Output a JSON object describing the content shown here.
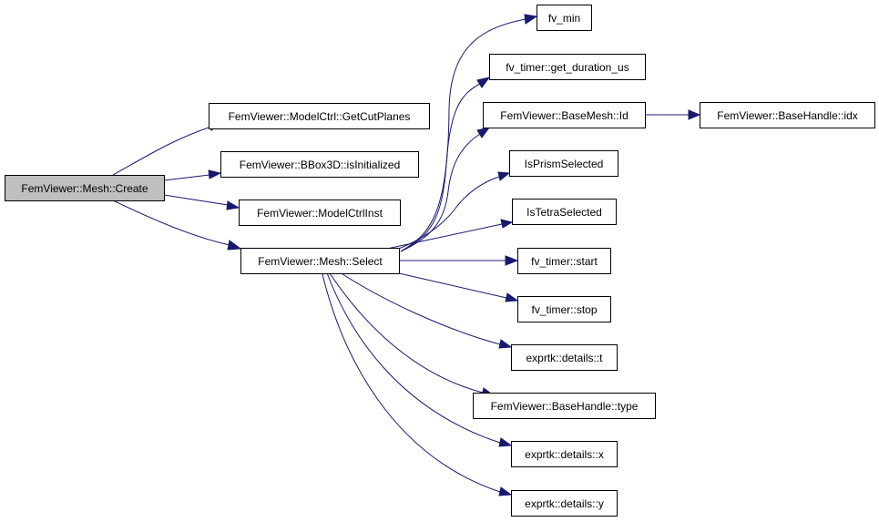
{
  "colors": {
    "root_fill": "#bfbfbf",
    "node_fill": "#ffffff",
    "node_border": "#000000",
    "edge": "#191970"
  },
  "nodes": {
    "create": "FemViewer::Mesh::Create",
    "getcutplanes": "FemViewer::ModelCtrl::GetCutPlanes",
    "isinitialized": "FemViewer::BBox3D::isInitialized",
    "modelctrlinst": "FemViewer::ModelCtrlInst",
    "select": "FemViewer::Mesh::Select",
    "fv_min": "fv_min",
    "get_duration_us": "fv_timer::get_duration_us",
    "basemesh_id": "FemViewer::BaseMesh::Id",
    "basehandle_idx": "FemViewer::BaseHandle::idx",
    "isprismselected": "IsPrismSelected",
    "istetraselected": "IsTetraSelected",
    "fv_timer_start": "fv_timer::start",
    "fv_timer_stop": "fv_timer::stop",
    "exprtk_t": "exprtk::details::t",
    "basehandle_type": "FemViewer::BaseHandle::type",
    "exprtk_x": "exprtk::details::x",
    "exprtk_y": "exprtk::details::y"
  },
  "edges": [
    [
      "create",
      "getcutplanes"
    ],
    [
      "create",
      "isinitialized"
    ],
    [
      "create",
      "modelctrlinst"
    ],
    [
      "create",
      "select"
    ],
    [
      "select",
      "fv_min"
    ],
    [
      "select",
      "get_duration_us"
    ],
    [
      "select",
      "basemesh_id"
    ],
    [
      "select",
      "isprismselected"
    ],
    [
      "select",
      "istetraselected"
    ],
    [
      "select",
      "fv_timer_start"
    ],
    [
      "select",
      "fv_timer_stop"
    ],
    [
      "select",
      "exprtk_t"
    ],
    [
      "select",
      "basehandle_type"
    ],
    [
      "select",
      "exprtk_x"
    ],
    [
      "select",
      "exprtk_y"
    ],
    [
      "basemesh_id",
      "basehandle_idx"
    ]
  ]
}
